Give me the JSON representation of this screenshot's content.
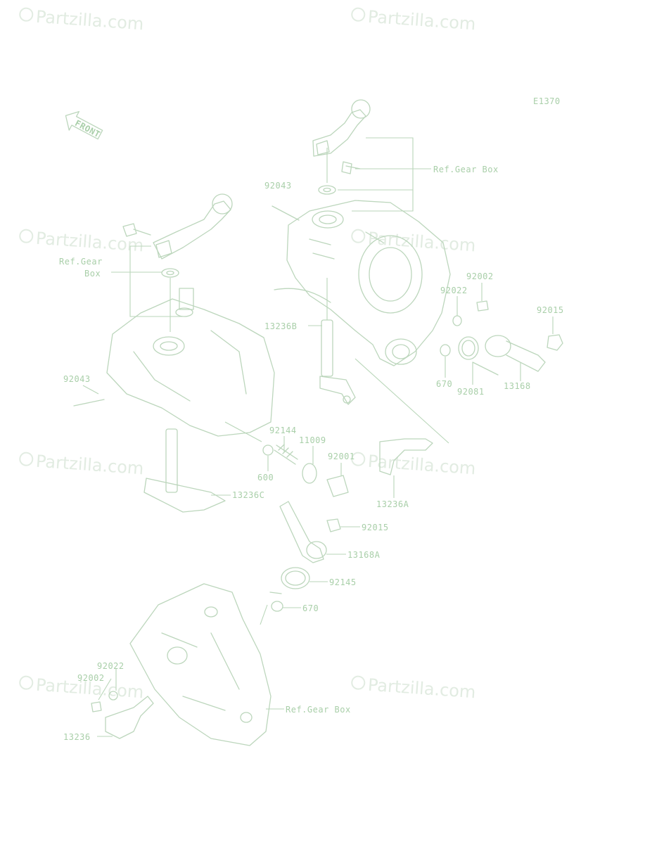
{
  "diagram_code": "E1370",
  "front_arrow": "FRONT",
  "watermark": "Partzilla.com",
  "callouts": {
    "ref_gear_box_top": "Ref.Gear Box",
    "ref_gear_box_left_1": "Ref.Gear",
    "ref_gear_box_left_2": "Box",
    "ref_gear_box_bottom": "Ref.Gear Box",
    "p92043_top": "92043",
    "p92043_left": "92043",
    "p92002_right": "92002",
    "p92022_right": "92022",
    "p92015_right": "92015",
    "p13236B": "13236B",
    "p670_right": "670",
    "p92081": "92081",
    "p13168": "13168",
    "p92144": "92144",
    "p11009": "11009",
    "p92001": "92001",
    "p600": "600",
    "p13236C": "13236C",
    "p13236A": "13236A",
    "p92015_mid": "92015",
    "p13168A": "13168A",
    "p92145": "92145",
    "p670_bottom": "670",
    "p92022_bottom": "92022",
    "p92002_bottom": "92002",
    "p13236": "13236"
  }
}
